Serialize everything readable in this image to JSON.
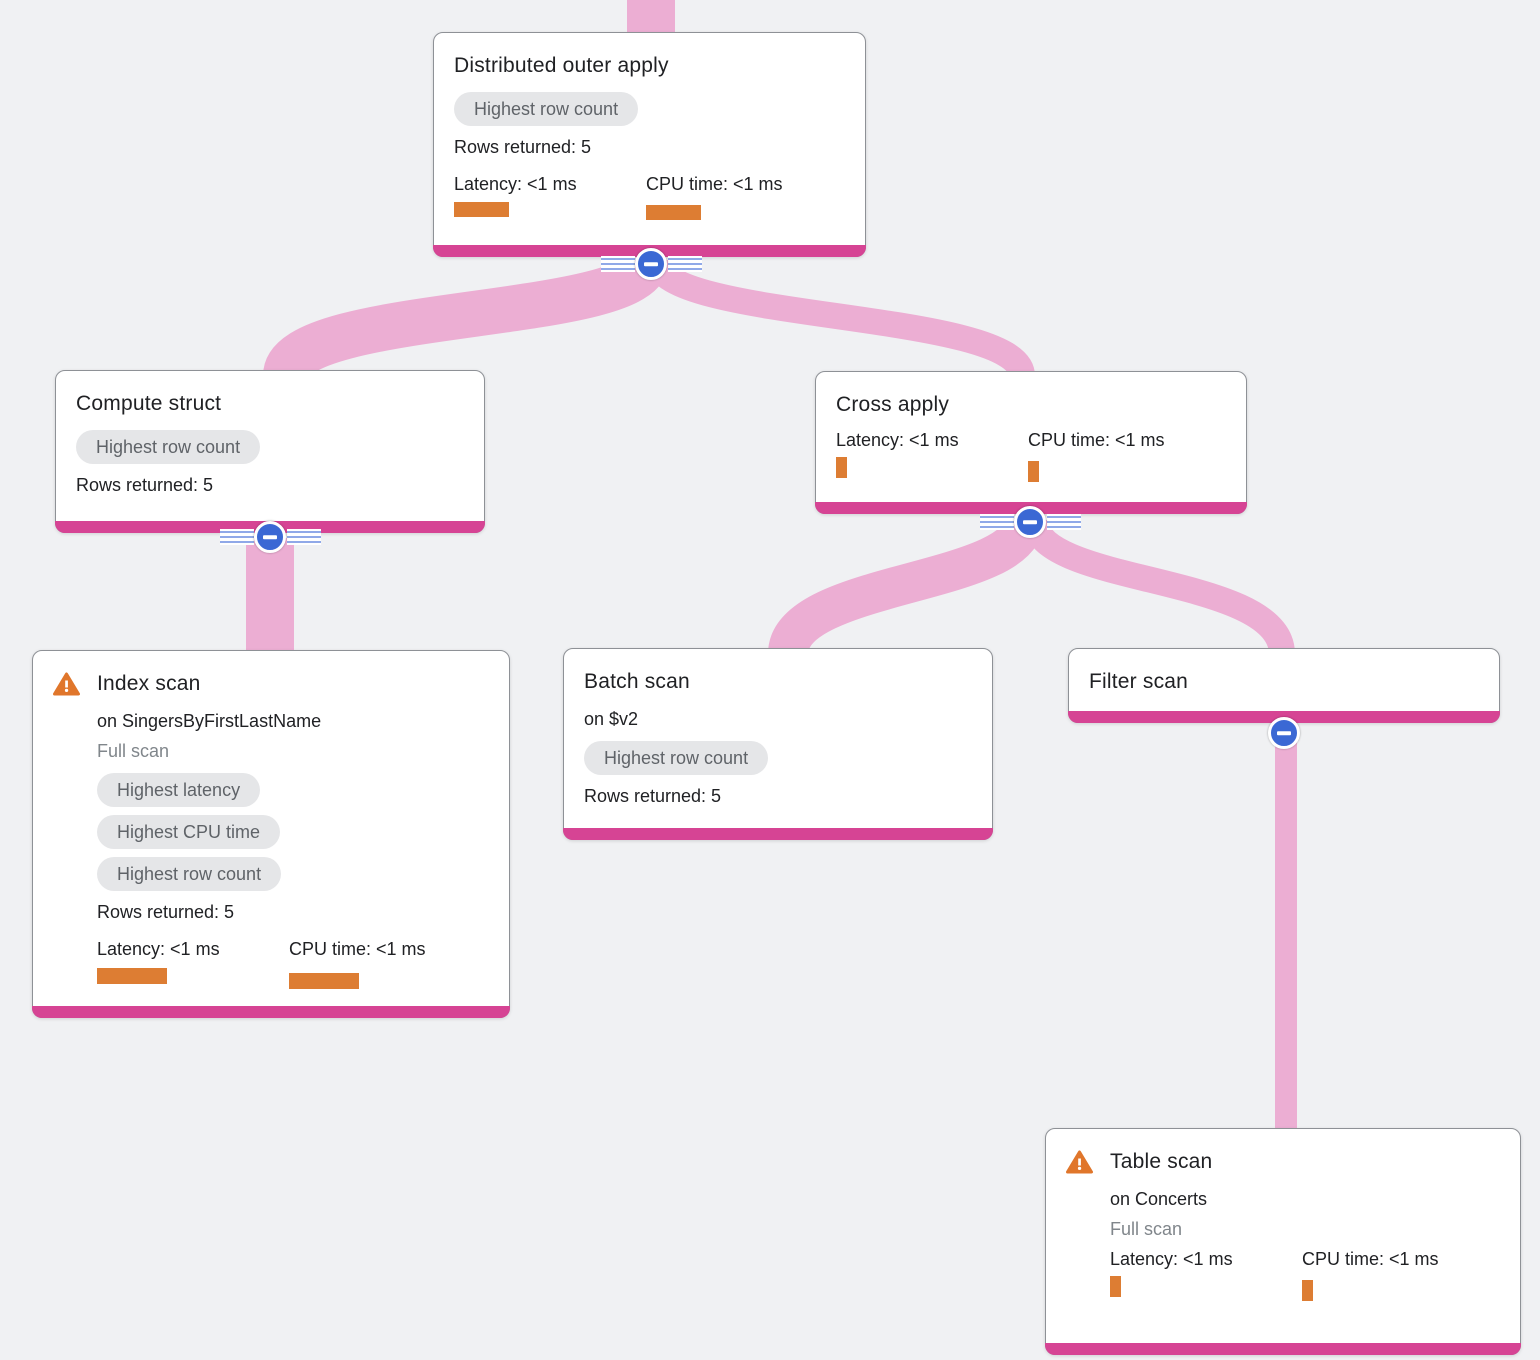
{
  "diagram": {
    "type": "query-execution-plan-tree",
    "colors": {
      "background": "#F0F1F3",
      "link_pink": "#ECAED3",
      "node_bottom_bar": "#D64494",
      "metric_bar_orange": "#DD7D33",
      "collapse_button_blue": "#3B68D4",
      "warning_orange": "#E0762B",
      "badge_bg": "#E5E6E8",
      "badge_text": "#5F6368"
    },
    "nodes": {
      "distributed_outer_apply": {
        "title": "Distributed outer apply",
        "badge": "Highest row count",
        "rows": "Rows returned: 5",
        "latency": "Latency: <1 ms",
        "cpu": "CPU time: <1 ms"
      },
      "compute_struct": {
        "title": "Compute struct",
        "badge": "Highest row count",
        "rows": "Rows returned: 5"
      },
      "cross_apply": {
        "title": "Cross apply",
        "latency": "Latency: <1 ms",
        "cpu": "CPU time: <1 ms"
      },
      "index_scan": {
        "title": "Index scan",
        "subtitle": "on SingersByFirstLastName",
        "scan_type": "Full scan",
        "badges": [
          "Highest latency",
          "Highest CPU time",
          "Highest row count"
        ],
        "rows": "Rows returned: 5",
        "latency": "Latency: <1 ms",
        "cpu": "CPU time: <1 ms"
      },
      "batch_scan": {
        "title": "Batch scan",
        "subtitle": "on $v2",
        "badge": "Highest row count",
        "rows": "Rows returned: 5"
      },
      "filter_scan": {
        "title": "Filter scan"
      },
      "table_scan": {
        "title": "Table scan",
        "subtitle": "on Concerts",
        "scan_type": "Full scan",
        "latency": "Latency: <1 ms",
        "cpu": "CPU time: <1 ms"
      }
    }
  }
}
